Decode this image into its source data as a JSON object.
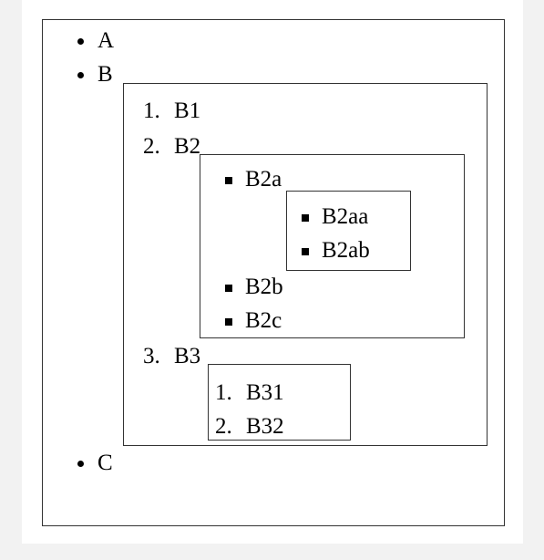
{
  "outer_list": {
    "items": [
      {
        "label": "A"
      },
      {
        "label": "B"
      },
      {
        "label": "C"
      }
    ]
  },
  "ordered_b": {
    "items": [
      {
        "marker": "1.",
        "label": "B1"
      },
      {
        "marker": "2.",
        "label": "B2"
      },
      {
        "marker": "3.",
        "label": "B3"
      }
    ]
  },
  "b2_list": {
    "items": [
      {
        "label": "B2a"
      },
      {
        "label": "B2b"
      },
      {
        "label": "B2c"
      }
    ]
  },
  "b2a_list": {
    "items": [
      {
        "label": "B2aa"
      },
      {
        "label": "B2ab"
      }
    ]
  },
  "b3_list": {
    "items": [
      {
        "marker": "1.",
        "label": "B31"
      },
      {
        "marker": "2.",
        "label": "B32"
      }
    ]
  }
}
